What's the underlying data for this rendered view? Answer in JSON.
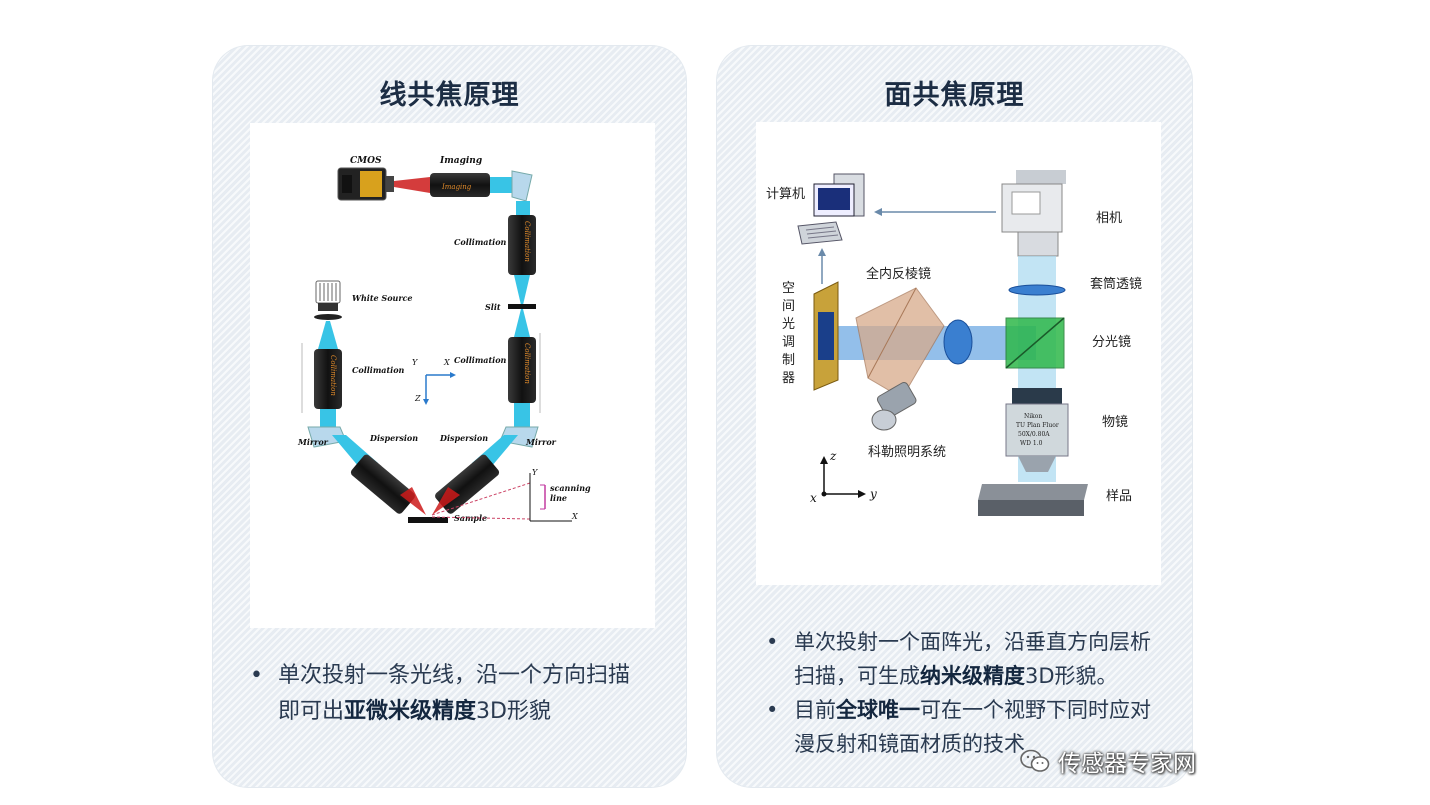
{
  "left_panel": {
    "title": "线共焦原理",
    "diagram_labels": {
      "cmos": "CMOS",
      "imaging": "Imaging",
      "imaging_tube": "Imaging",
      "collimation_top": "Collimation",
      "collimation_tube_top": "Collimation",
      "slit": "Slit",
      "white_source": "White Source",
      "collimation_left": "Collimation",
      "collimation_tube_left": "Collimation",
      "collimation_right": "Collimation",
      "collimation_tube_right": "Collimation",
      "axis_y": "Y",
      "axis_x": "X",
      "axis_z": "Z",
      "mirror_left": "Mirror",
      "mirror_right": "Mirror",
      "dispersion_left": "Dispersion",
      "dispersion_right": "Dispersion",
      "sample": "Sample",
      "scan_y": "Y",
      "scan_x": "X",
      "scanning_line_1": "scanning",
      "scanning_line_2": "line"
    },
    "bullets": [
      {
        "before": "单次投射一条光线，沿一个方向扫描即可出",
        "bold": "亚微米级精度",
        "after": "3D形貌"
      }
    ]
  },
  "right_panel": {
    "title": "面共焦原理",
    "diagram_labels": {
      "computer": "计算机",
      "camera": "相机",
      "tir_prism": "全内反棱镜",
      "tube_lens": "套筒透镜",
      "slm_1": "空",
      "slm_2": "间",
      "slm_3": "光",
      "slm_4": "调",
      "slm_5": "制",
      "slm_6": "器",
      "beam_splitter": "分光镜",
      "objective": "物镜",
      "kohler": "科勒照明系统",
      "sample": "样品",
      "axis_z": "z",
      "axis_x": "x",
      "axis_y": "y",
      "objective_text_1": "Nikon",
      "objective_text_2": "TU Plan Fluor",
      "objective_text_3": "50X/0.80A",
      "objective_text_4": "WD 1.0"
    },
    "bullets": [
      {
        "before": "单次投射一个面阵光，沿垂直方向层析扫描，可生成",
        "bold": "纳米级精度",
        "after": "3D形貌。"
      },
      {
        "before": "目前",
        "bold": "全球唯一",
        "after": "可在一个视野下同时应对漫反射和镜面材质的技术"
      }
    ]
  },
  "bullet_symbol": "•",
  "watermark": {
    "text": "传感器专家网",
    "icon": "wechat-icon"
  }
}
